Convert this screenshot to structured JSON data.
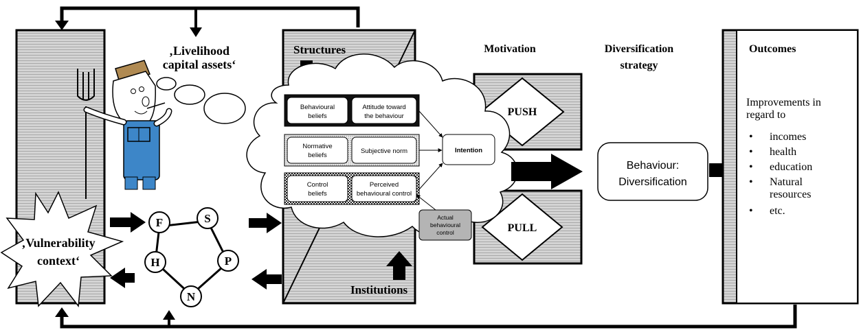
{
  "labels": {
    "livelihood_line1": "‚Livelihood",
    "livelihood_line2": "capital assets‘",
    "vulnerability_line1": "‚Vulnerability",
    "vulnerability_line2": "context‘",
    "structures": "Structures",
    "institutions": "Institutions",
    "motivation": "Motivation",
    "diversification_line1": "Diversification",
    "diversification_line2": "strategy",
    "outcomes": "Outcomes",
    "push": "PUSH",
    "pull": "PULL",
    "behaviour_line1": "Behaviour:",
    "behaviour_line2": "Diversification",
    "intention": "Intention"
  },
  "capitals": {
    "f": "F",
    "s": "S",
    "p": "P",
    "n": "N",
    "h": "H"
  },
  "tpb": {
    "behavioural_beliefs_1": "Behavioural",
    "behavioural_beliefs_2": "beliefs",
    "attitude_1": "Attitude toward",
    "attitude_2": "the behaviour",
    "normative_beliefs_1": "Normative",
    "normative_beliefs_2": "beliefs",
    "subjective_norm": "Subjective norm",
    "control_beliefs_1": "Control",
    "control_beliefs_2": "beliefs",
    "pbc_1": "Perceived",
    "pbc_2": "behavioural control",
    "actual_1": "Actual",
    "actual_2": "behavioural",
    "actual_3": "control"
  },
  "outcomes": {
    "intro_1": "Improvements in",
    "intro_2": "regard to",
    "items": [
      "incomes",
      "health",
      "education",
      "Natural",
      "resources",
      "etc."
    ]
  },
  "colors": {
    "panel_fill": "#c8c8c8",
    "line": "#000000",
    "background": "#ffffff"
  }
}
